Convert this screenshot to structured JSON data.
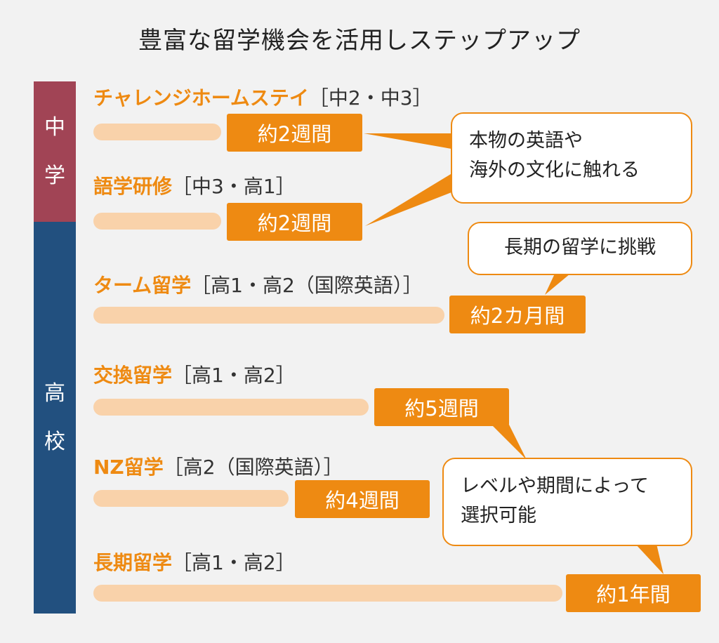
{
  "title": "豊富な留学機会を活用しステップアップ",
  "sections": {
    "junior_high": [
      "中",
      "学"
    ],
    "high_school": [
      "高",
      "校"
    ]
  },
  "programs": [
    {
      "name": "チャレンジホームステイ",
      "grade": "［中2・中3］",
      "duration": "約2週間"
    },
    {
      "name": "語学研修",
      "grade": "［中3・高1］",
      "duration": "約2週間"
    },
    {
      "name": "ターム留学",
      "grade": "［高1・高2（国際英語）］",
      "duration": "約2カ月間"
    },
    {
      "name": "交換留学",
      "grade": "［高1・高2］",
      "duration": "約5週間"
    },
    {
      "name": "NZ留学",
      "grade": "［高2（国際英語）］",
      "duration": "約4週間"
    },
    {
      "name": "長期留学",
      "grade": "［高1・高2］",
      "duration": "約1年間"
    }
  ],
  "callouts": {
    "authentic": [
      "本物の英語や",
      "海外の文化に触れる"
    ],
    "challenge": [
      "長期の留学に挑戦"
    ],
    "selectable": [
      "レベルや期間によって",
      "選択可能"
    ]
  },
  "colors": {
    "accent": "#ee8a12",
    "bar": "#f9d2aa",
    "junior_high": "#a14455",
    "high_school": "#22507f"
  }
}
